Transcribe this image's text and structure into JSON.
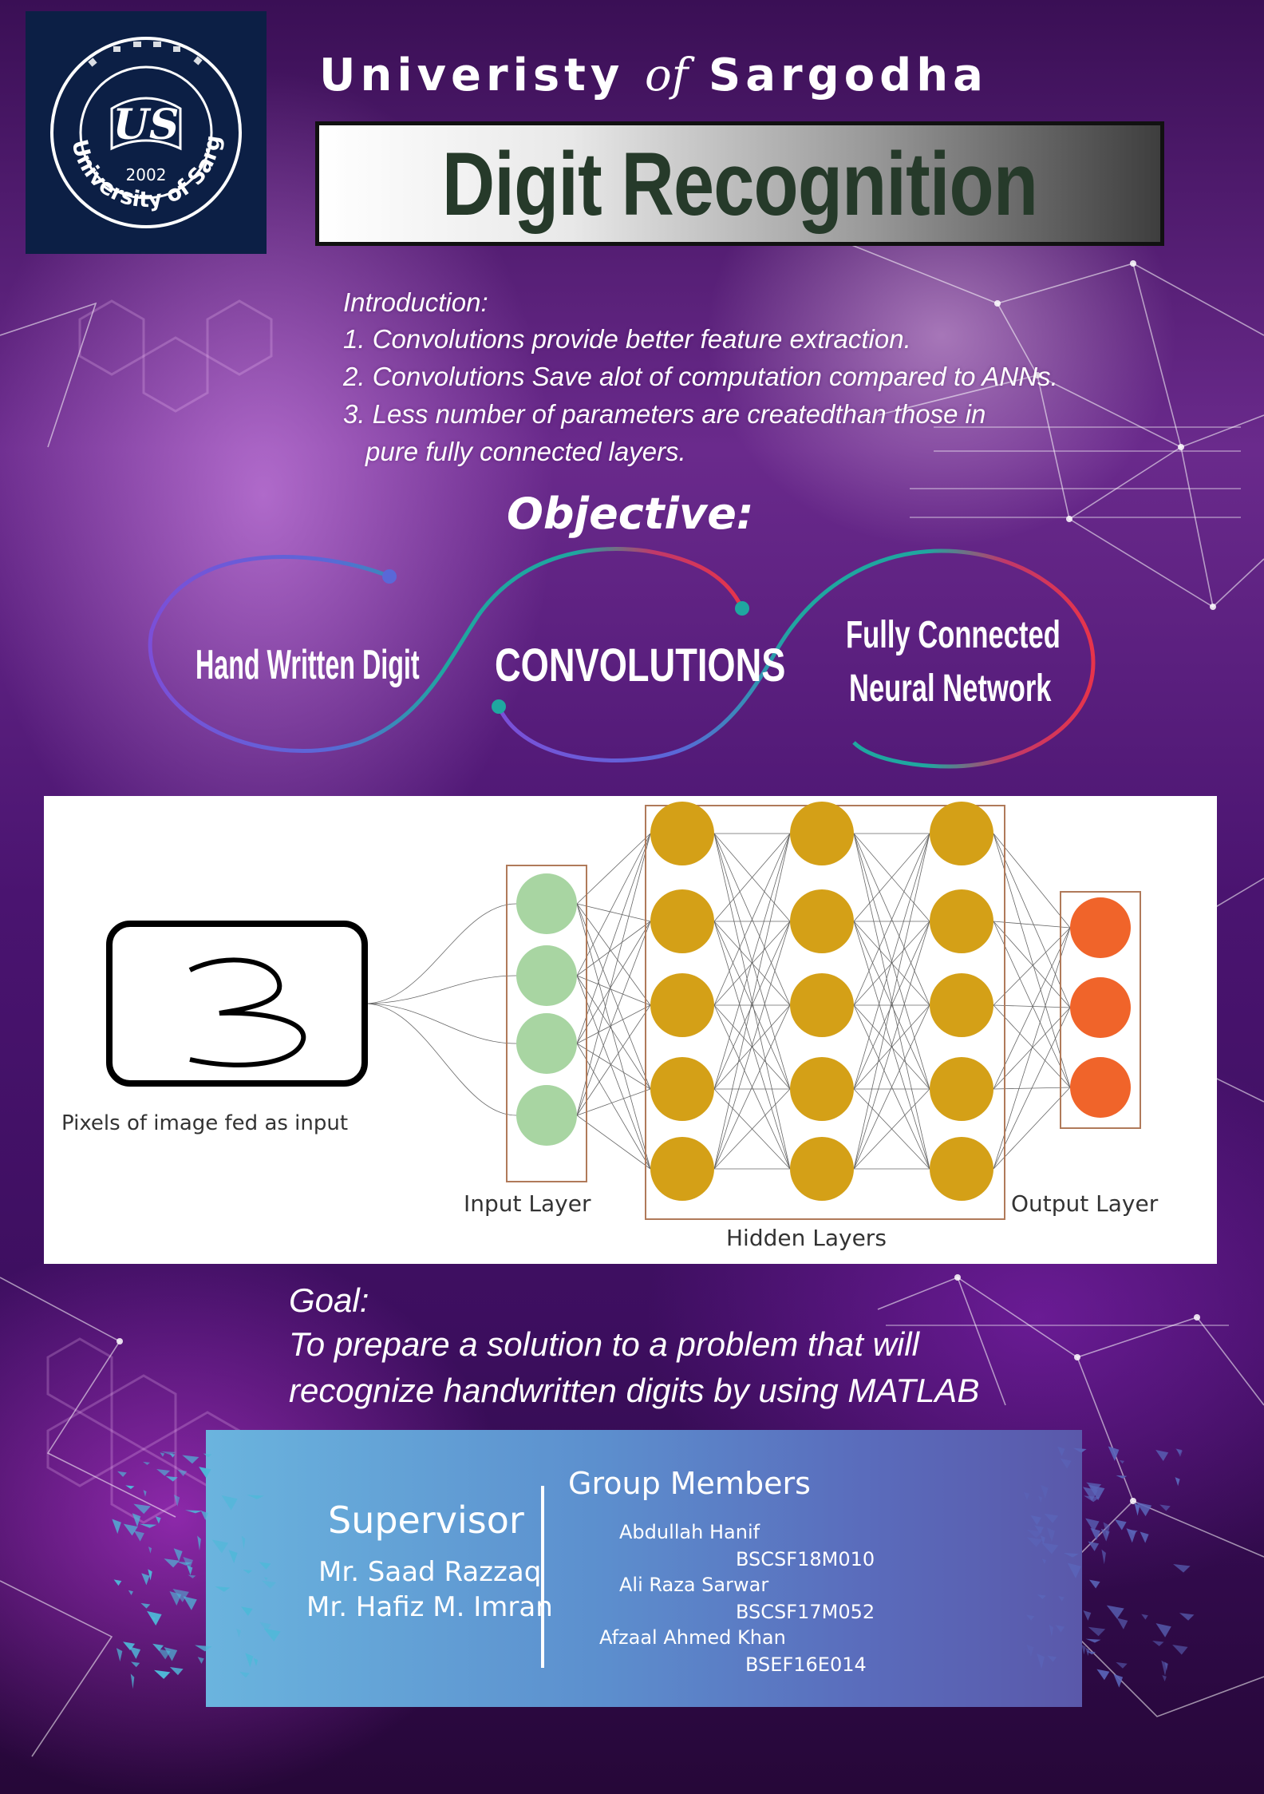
{
  "header": {
    "university_prefix": "Univeristy ",
    "university_of": "of",
    "university_suffix": " Sargodha",
    "title": "Digit Recognition"
  },
  "logo": {
    "monogram": "US",
    "year": "2002",
    "ring_text": "University of Sargodha"
  },
  "introduction": {
    "heading": "Introduction:",
    "lines": [
      "1. Convolutions provide better feature extraction.",
      "2. Convolutions Save alot of computation compared to ANNs.",
      "3. Less number of parameters are createdthan those in",
      "pure fully connected layers."
    ]
  },
  "objective": {
    "label": "Objective:",
    "loop_left": "Hand Written Digit",
    "loop_middle": "CONVOLUTIONS",
    "loop_right_line1": "Fully Connected",
    "loop_right_line2": "Neural Network"
  },
  "network_diagram": {
    "digit": "3",
    "input_caption": "Pixels of image fed as input",
    "input_layer_label": "Input Layer",
    "hidden_layers_label": "Hidden Layers",
    "output_layer_label": "Output Layer",
    "colors": {
      "input_node": "#a8d5a2",
      "hidden_node": "#d4a017",
      "output_node": "#f0642a"
    }
  },
  "goal": {
    "heading": "Goal:",
    "line1": "To prepare a solution to a problem that will",
    "line2": "recognize handwritten digits by using MATLAB"
  },
  "credits": {
    "supervisor_title": "Supervisor",
    "supervisors": [
      "Mr. Saad Razzaq",
      "Mr. Hafiz M. Imran"
    ],
    "members_title": "Group Members",
    "members": [
      {
        "name": "Abdullah Hanif",
        "id": "BSCSF18M010"
      },
      {
        "name": "Ali Raza Sarwar",
        "id": "BSCSF17M052"
      },
      {
        "name": "Afzaal Ahmed Khan",
        "id": "BSEF16E014"
      }
    ]
  },
  "theme": {
    "background": "#4a1470",
    "accent_purple": "#7b4fd8",
    "accent_teal": "#1fa7a0",
    "accent_red": "#e8344a",
    "credits_gradient_start": "#6ab4de",
    "credits_gradient_end": "#5a58aa"
  }
}
